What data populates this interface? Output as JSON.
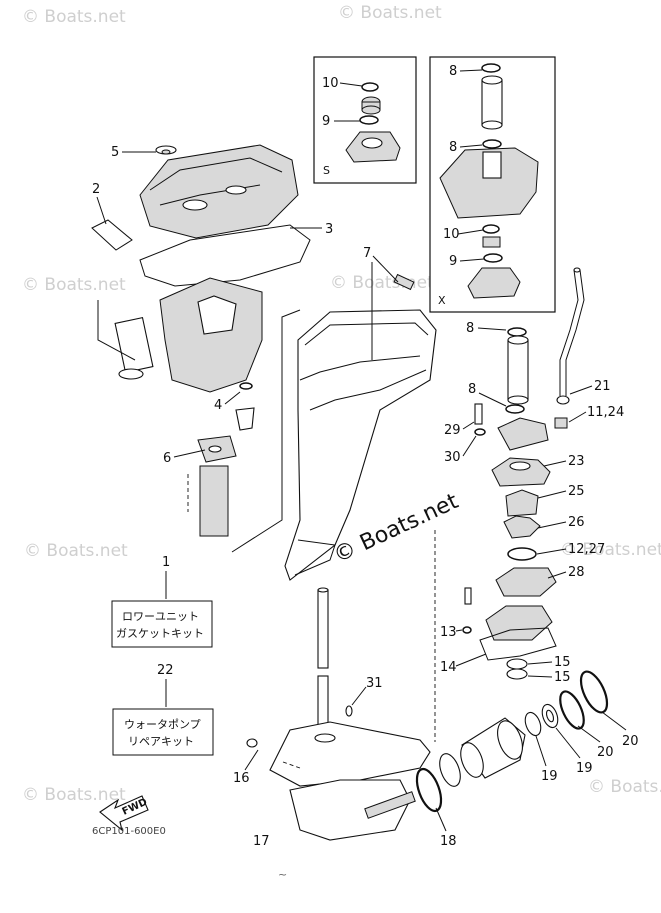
{
  "watermark": "© Boats.net",
  "center_watermark": "© Boats.net",
  "inset_s": {
    "label": "S",
    "callouts": [
      "10",
      "9"
    ]
  },
  "inset_x": {
    "label": "X",
    "callouts": [
      "8",
      "8",
      "10",
      "9"
    ]
  },
  "callouts": {
    "c1": "1",
    "c2": "2",
    "c3": "3",
    "c4": "4",
    "c5": "5",
    "c6": "6",
    "c7": "7",
    "c8a": "8",
    "c8b": "8",
    "c29": "29",
    "c30": "30",
    "c21": "21",
    "c1124": "11,24",
    "c23": "23",
    "c25": "25",
    "c26": "26",
    "c1227": "12,27",
    "c28": "28",
    "c13": "13",
    "c14": "14",
    "c15a": "15",
    "c15b": "15",
    "c31": "31",
    "c22": "22",
    "c16": "16",
    "c17": "17",
    "c18": "18",
    "c19a": "19",
    "c19b": "19",
    "c20a": "20",
    "c20b": "20"
  },
  "kit_boxes": {
    "gasket_kit": {
      "line1": "ロワーユニット",
      "line2": "ガスケットキット"
    },
    "water_pump_kit": {
      "line1": "ウォータポンプ",
      "line2": "リペアキット"
    }
  },
  "fwd_label": "FWD",
  "diagram_code": "6CP101-600E0",
  "page_mark": "~"
}
